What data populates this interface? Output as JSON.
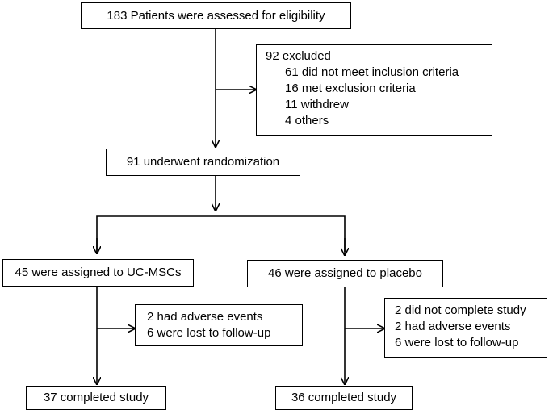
{
  "screening": {
    "label": "183 Patients were assessed for eligibility"
  },
  "excluded": {
    "title": "92 excluded",
    "reasons": [
      "61 did not meet inclusion criteria",
      "16 met exclusion criteria",
      "11 withdrew",
      "4 others"
    ]
  },
  "randomized": {
    "label": "91 underwent  randomization"
  },
  "arms": [
    {
      "assigned": "45 were assigned to UC-MSCs",
      "losses": [
        "2 had adverse events",
        "6 were lost to follow-up"
      ],
      "completed": "37 completed study"
    },
    {
      "assigned": "46 were assigned to placebo",
      "losses": [
        "2 did not complete study",
        "2 had adverse events",
        "6 were lost to follow-up"
      ],
      "completed": "36 completed study"
    }
  ]
}
